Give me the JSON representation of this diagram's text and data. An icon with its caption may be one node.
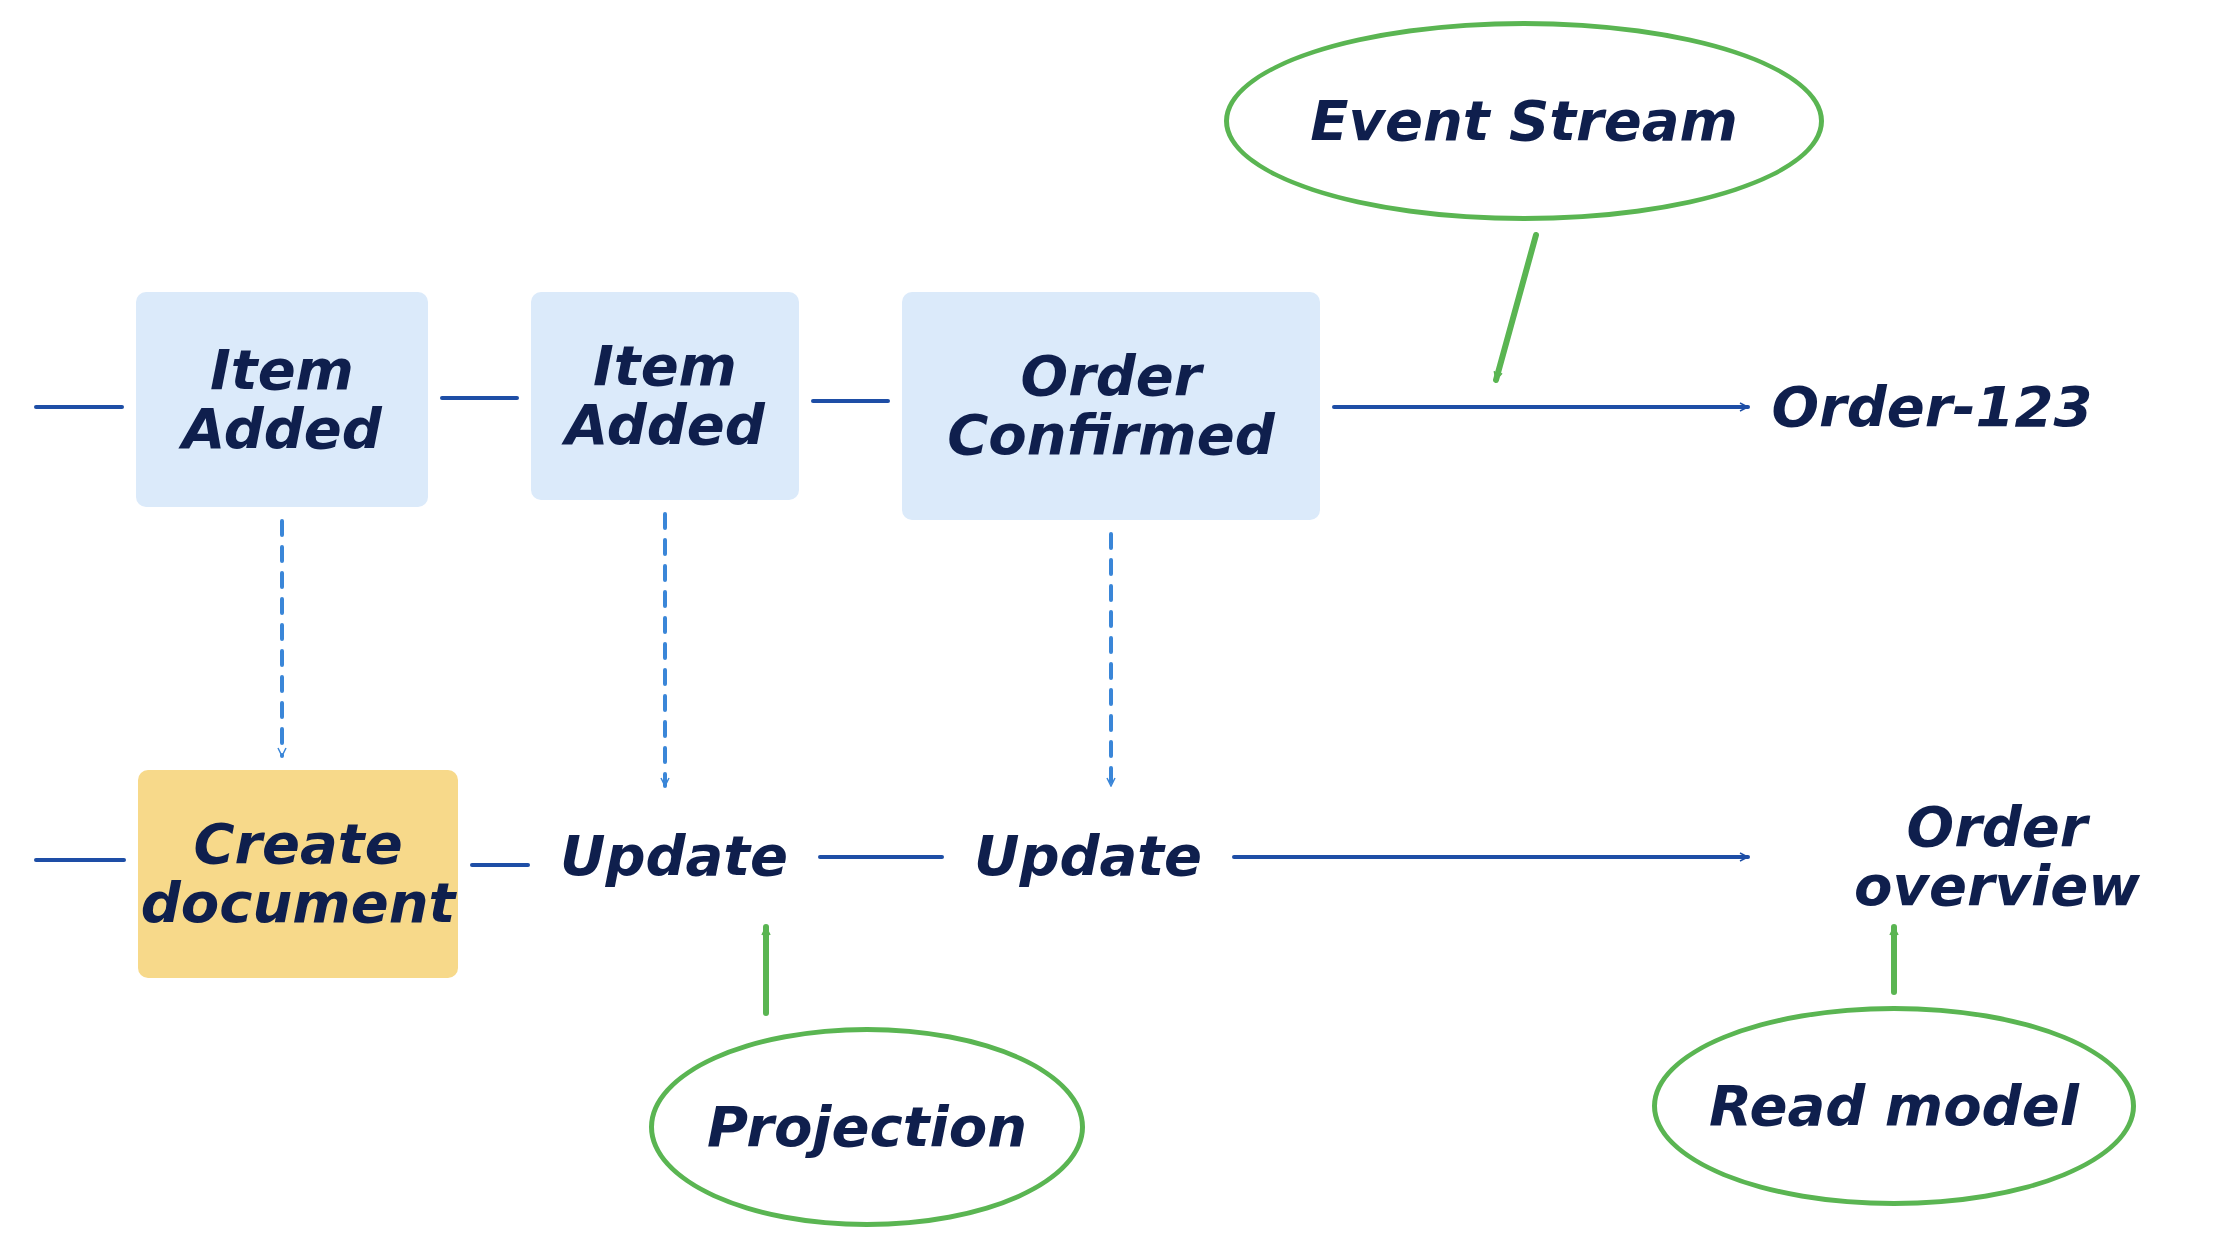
{
  "diagram": {
    "nodes": [
      {
        "text": [
          "Item Added"
        ]
      },
      {
        "text": [
          "Item Added"
        ]
      },
      {
        "text": [
          "Order Confirmed"
        ]
      },
      {
        "text": [
          "Order-123"
        ]
      },
      {
        "text": [
          "Create document"
        ]
      },
      {
        "text": [
          "Update"
        ]
      },
      {
        "text": [
          "Update"
        ]
      },
      {
        "text": [
          "Order overview"
        ]
      },
      {
        "text": [
          "Event Stream"
        ]
      },
      {
        "text": [
          "Projection"
        ]
      },
      {
        "text": [
          "Read model"
        ]
      }
    ],
    "edges": [
      {
        "from": null,
        "to": 0,
        "arrow": "none"
      },
      {
        "from": 0,
        "to": 1,
        "arrow": "none"
      },
      {
        "from": 1,
        "to": 2,
        "arrow": "none"
      },
      {
        "from": 2,
        "to": 3,
        "arrow": "to"
      },
      {
        "from": null,
        "to": 4,
        "arrow": "none"
      },
      {
        "from": 4,
        "to": 5,
        "arrow": "none"
      },
      {
        "from": 5,
        "to": 6,
        "arrow": "none"
      },
      {
        "from": 6,
        "to": 7,
        "arrow": "to"
      },
      {
        "from": 0,
        "to": 4,
        "arrow": "to",
        "style": "dashed",
        "color": "#3a86d8"
      },
      {
        "from": 1,
        "to": 5,
        "arrow": "to",
        "style": "dashed",
        "color": "#3a86d8"
      },
      {
        "from": 2,
        "to": 6,
        "arrow": "to",
        "style": "dashed",
        "color": "#3a86d8"
      },
      {
        "from": 8,
        "to": null,
        "arrow": "to",
        "color": "#5ab552"
      },
      {
        "from": 9,
        "to": 5,
        "arrow": "to",
        "color": "#5ab552"
      },
      {
        "from": 10,
        "to": 7,
        "arrow": "to",
        "color": "#5ab552"
      }
    ]
  }
}
